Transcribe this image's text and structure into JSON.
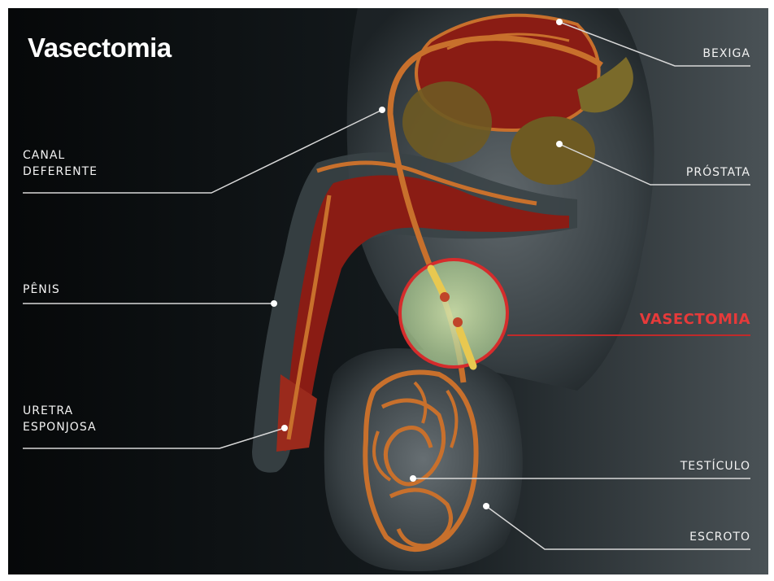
{
  "title": "Vasectomia",
  "labels": {
    "canal_deferente": "CANAL\nDEFERENTE",
    "penis": "PÊNIS",
    "uretra_esponjosa": "URETRA\nESPONJOSA",
    "bexiga": "BEXIGA",
    "prostata": "PRÓSTATA",
    "vasectomia": "VASECTOMIA",
    "testiculo": "TESTÍCULO",
    "escroto": "ESCROTO"
  },
  "colors": {
    "background": "#0b0f10",
    "tissue": "#c8d0d4",
    "duct": "#c8702c",
    "organ_red": "#8a1c14",
    "prostate": "#6e5a22",
    "highlight_ring": "#d52c2c",
    "highlight_fill": "#c8e0a0",
    "label_text": "#f2f2f2",
    "accent_label": "#e63a3a"
  }
}
